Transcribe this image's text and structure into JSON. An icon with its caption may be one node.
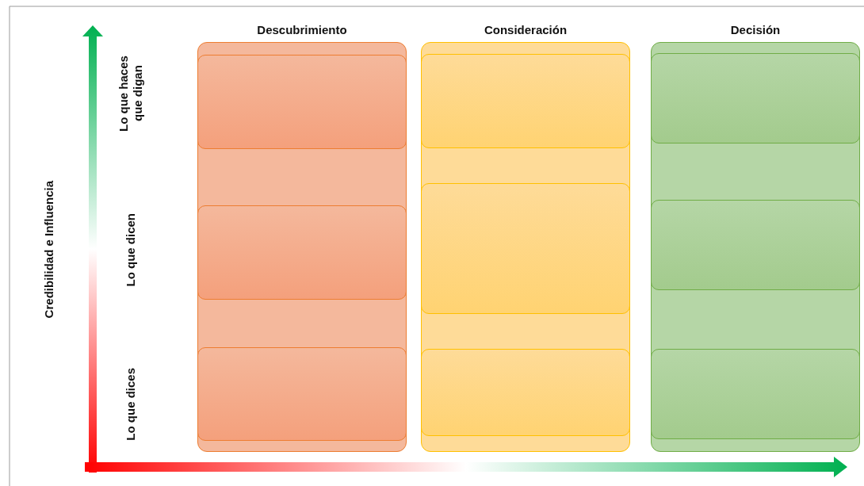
{
  "diagram": {
    "nodes": [
      {
        "text": [
          "Descubrimiento"
        ]
      },
      {
        "text": [],
        "shape": "box",
        "in": 0
      },
      {
        "text": [],
        "shape": "box",
        "in": 0
      },
      {
        "text": [],
        "shape": "box",
        "in": 0
      },
      {
        "text": [
          "Consideración"
        ]
      },
      {
        "text": [],
        "shape": "box",
        "in": 4
      },
      {
        "text": [],
        "shape": "box",
        "in": 4
      },
      {
        "text": [],
        "shape": "box",
        "in": 4
      },
      {
        "text": [
          "Decisión"
        ]
      },
      {
        "text": [],
        "shape": "box",
        "in": 8
      },
      {
        "text": [],
        "shape": "box",
        "in": 8
      },
      {
        "text": [],
        "shape": "box",
        "in": 8
      }
    ],
    "labels": [
      "Credibilidad e Influencia",
      "Lo que haces que digan",
      "Lo que dicen",
      "Lo que dices"
    ]
  }
}
